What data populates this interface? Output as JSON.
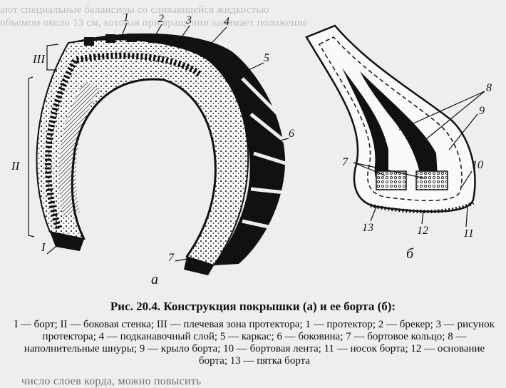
{
  "figure": {
    "callouts": [
      "1",
      "2",
      "3",
      "4",
      "5",
      "6",
      "7",
      "8",
      "9",
      "10",
      "11",
      "12",
      "13"
    ],
    "zones": [
      "III",
      "II",
      "I"
    ],
    "sublabels": [
      "а",
      "б"
    ]
  },
  "caption": {
    "title": "Рис. 20.4. Конструкция покрышки (а) и ее борта (б):",
    "legend": "I — борт; II — боковая стенка; III — плечевая зона протектора; 1 — протектор; 2 — брекер; 3 — рисунок протектора; 4 — подканавочный слой; 5 — каркас; 6 — боковина; 7 — бортовое кольцо; 8 — наполнительные шнуры; 9 — крыло борта; 10 — бортовая лента; 11 — носок борта; 12 — основание борта; 13 — пятка борта"
  },
  "bleed_through": {
    "line1": "ают специальные балансиры со сливающейся жидкостью",
    "line2": "объемом около 13 см, которая при вращении занимает положение",
    "line3": "число слоев корда, можно повысить"
  },
  "colors": {
    "ink": "#111111",
    "paper": "#eeeeec",
    "bleed": "#9a9a98"
  }
}
